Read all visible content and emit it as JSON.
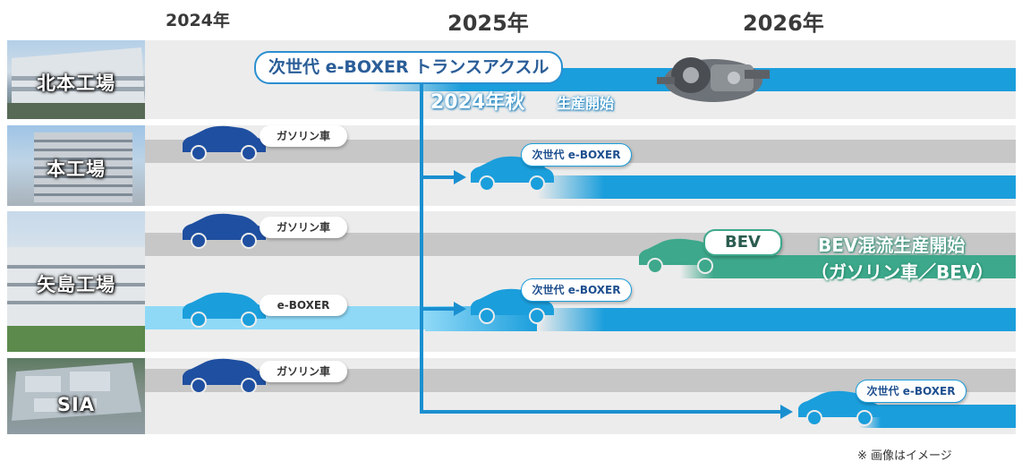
{
  "years": [
    "2024年",
    "2025年",
    "2026年"
  ],
  "plants": [
    "北本工場",
    "本工場",
    "矢島工場",
    "SIA"
  ],
  "labels": {
    "transaxle": "次世代 e-BOXER トランスアクスル",
    "autumn": "2024年秋",
    "production_start": "生産開始",
    "gasoline": "ガソリン車",
    "next_eboxer": "次世代 e-BOXER",
    "eboxer": "e-BOXER",
    "bev": "BEV",
    "bev_mixed_line1": "BEV混流生産開始",
    "bev_mixed_line2": "（ガソリン車／BEV）",
    "footnote": "※ 画像はイメージ"
  },
  "colors": {
    "gasoline_car": "#1f4fa0",
    "eboxer_car": "#1b9edc",
    "bev_car": "#3da88b",
    "arrow_line": "#1a8fd0",
    "track_gray": "#c7c7c7",
    "row_bg": "#ececec"
  },
  "icons": [
    "car-icon",
    "transaxle-image",
    "arrow-right-icon"
  ]
}
